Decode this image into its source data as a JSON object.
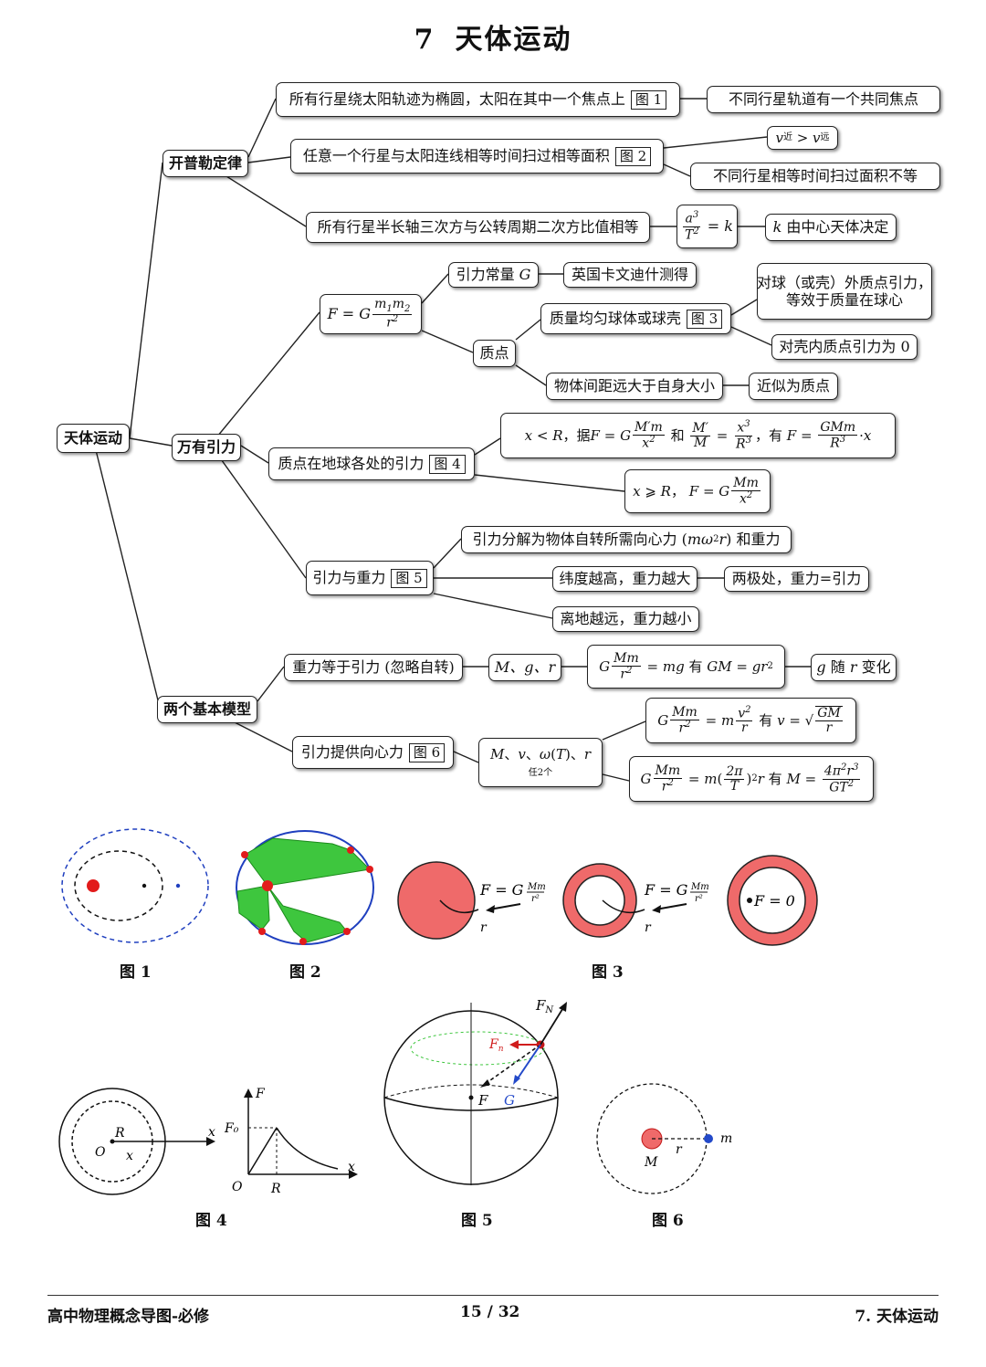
{
  "title": {
    "num": "7",
    "text": "天体运动"
  },
  "root": "天体运动",
  "branches": {
    "kepler": "开普勒定律",
    "gravity": "万有引力",
    "models": "两个基本模型"
  },
  "kepler": {
    "law1": "所有行星绕太阳轨迹为椭圆，太阳在其中一个焦点上",
    "law1_fig": "图 1",
    "law1_note": "不同行星轨道有一个共同焦点",
    "law2": "任意一个行星与太阳连线相等时间扫过相等面积",
    "law2_fig": "图 2",
    "law2_v_near": "近",
    "law2_v_far": "远",
    "law2_note": "不同行星相等时间扫过面积不等",
    "law3": "所有行星半长轴三次方与公转周期二次方比值相等",
    "law3_note": "由中心天体决定"
  },
  "gravity": {
    "constant": "引力常量",
    "constant_note": "英国卡文迪什测得",
    "particle": "质点",
    "sphere": "质量均匀球体或球壳",
    "sphere_fig": "图 3",
    "outside": "对球（或壳）外质点引力，",
    "outside2": "等效于质量在球心",
    "inside": "对壳内质点引力为 0",
    "far": "物体间距远大于自身大小",
    "far_note": "近似为质点",
    "earth": "质点在地球各处的引力",
    "earth_fig": "图 4",
    "according": "据",
    "and": "和",
    "have": "有",
    "gw": "引力与重力",
    "gw_fig": "图 5",
    "gw_decomp": "引力分解为物体自转所需向心力",
    "gw_decomp2": "和重力",
    "lat": "纬度越高，重力越大",
    "pole": "两极处，重力=引力",
    "height": "离地越远，重力越小"
  },
  "models": {
    "m1": "重力等于引力 (忽略自转)",
    "m1_vars": "M、g、r",
    "m1_have": "有",
    "m1_note": "随",
    "m1_note2": "变化",
    "m2": "引力提供向心力",
    "m2_fig": "图 6",
    "m2_sub": "任2个",
    "m2_have": "有"
  },
  "figures": {
    "f1": "图 1",
    "f2": "图 2",
    "f3": "图 3",
    "f4": "图 4",
    "f5": "图 5",
    "f6": "图 6",
    "f3_zero": "F = 0"
  },
  "footer": {
    "left": "高中物理概念导图-必修",
    "page": "15 / 32",
    "right": "7. 天体运动"
  }
}
